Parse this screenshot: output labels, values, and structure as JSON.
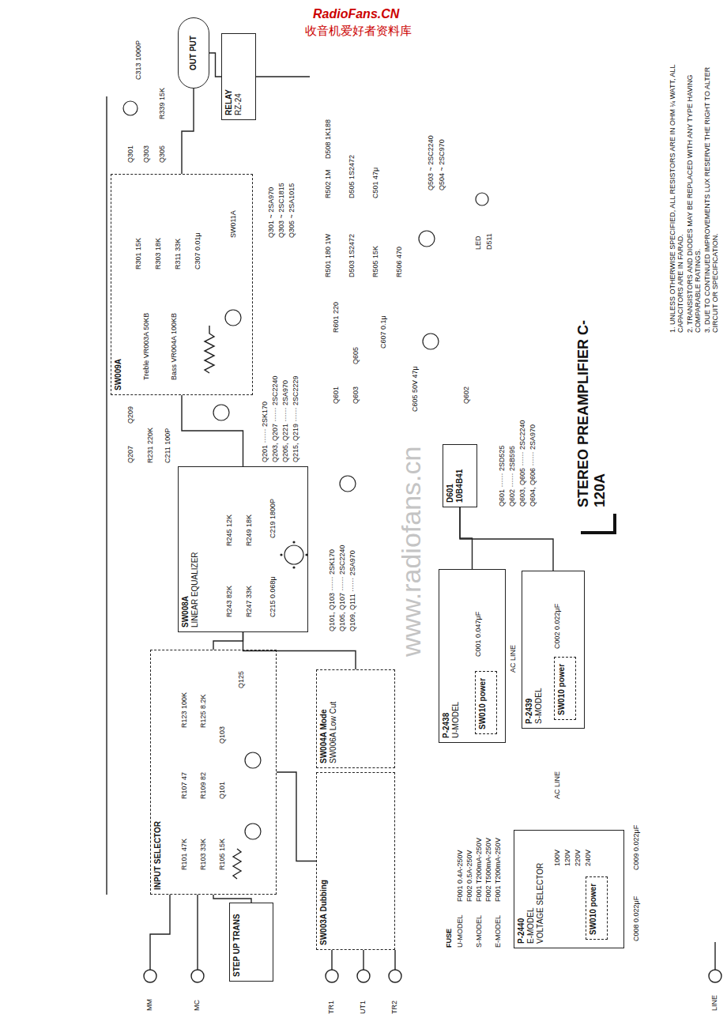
{
  "diagram": {
    "title": "STEREO PREAMPLIFIER C-120A",
    "nodes": [
      {
        "text": [
          "INPUT SELECTOR"
        ]
      },
      {
        "text": [
          "STEP UP TRANS"
        ]
      },
      {
        "text": [
          "SW003A Dubbing"
        ]
      },
      {
        "text": [
          "SW004A Mode",
          "SW006A Low Cut"
        ]
      },
      {
        "text": [
          "SW008A",
          "LINEAR EQUALIZER"
        ]
      },
      {
        "text": [
          "SW009A"
        ]
      },
      {
        "text": [
          "OUT PUT"
        ]
      },
      {
        "text": [
          "RELAY",
          "RZ-24"
        ]
      },
      {
        "text": [
          "D601 10B4B41"
        ]
      },
      {
        "text": [
          "P-2438",
          "U-MODEL"
        ]
      },
      {
        "text": [
          "P-2439",
          "S-MODEL"
        ]
      },
      {
        "text": [
          "P-2440",
          "E-MODEL",
          "VOLTAGE SELECTOR"
        ]
      },
      {
        "text": [
          "SW010 power"
        ],
        "in": 9
      },
      {
        "text": [
          "SW010 power"
        ],
        "in": 10
      },
      {
        "text": [
          "SW010 power"
        ],
        "in": 11
      }
    ],
    "edges": [
      {
        "from": 1,
        "to": 0,
        "arrow": "none"
      },
      {
        "from": 0,
        "to": 4,
        "arrow": "none"
      },
      {
        "from": 2,
        "to": 0,
        "arrow": "none"
      },
      {
        "from": 3,
        "to": 4,
        "arrow": "none"
      },
      {
        "from": 4,
        "to": 5,
        "arrow": "none"
      },
      {
        "from": 5,
        "to": 6,
        "arrow": "none"
      },
      {
        "from": 7,
        "to": 6,
        "arrow": "none"
      },
      {
        "from": 9,
        "to": 8,
        "arrow": "none"
      },
      {
        "from": 10,
        "to": 8,
        "arrow": "none"
      }
    ],
    "labels": [
      "RadioFans.CN",
      "收音机爱好者资料库",
      "www.radiofans.cn",
      "MM",
      "MC",
      "TR1",
      "UT1",
      "TR2",
      "LINE",
      "R101 47K",
      "R103 33K",
      "R105 15K",
      "R107 47",
      "R109 82",
      "Q101",
      "Q103",
      "R123 100K",
      "R125 8.2K",
      "Q125",
      "R243 82K",
      "R245 12K",
      "R247 33K",
      "R249 18K",
      "C215 0.068μ",
      "C219 1800P",
      "Q207",
      "Q209",
      "R231 220K",
      "C211 100P",
      "Q201 ······ 2SK170",
      "Q203, Q207 ······ 2SC2240",
      "Q205, Q221 ······ 2SA970",
      "Q215, Q219 ······ 2SC2229",
      "Treble VR003A 50KB",
      "Bass VR004A 100KB",
      "R301 15K",
      "R303 18K",
      "R311 33K",
      "C307 0.01μ",
      "SW011A",
      "Q301",
      "Q303",
      "Q305",
      "R339 15K",
      "C313 1000P",
      "Q301 ~ 2SA970",
      "Q303 ~ 2SC1815",
      "Q305 ~ 2SA1015",
      "R501 180 1W",
      "R502 1M",
      "D508 1K188",
      "D503 1S2472",
      "D505 1S2472",
      "R505 15K",
      "C501 47μ",
      "R506 470",
      "Q503 ~ 2SC2240",
      "Q504 ~ 2SC970",
      "LED",
      "D511",
      "Q601",
      "Q603",
      "Q605",
      "Q602",
      "R601 220",
      "C607 0.1μ",
      "C605 50V 47μ",
      "Q101, Q103 ······ 2SK170",
      "Q105, Q107 ······ 2SC2240",
      "Q109, Q111 ······ 2SA970",
      "Q601 ······ 2SD525",
      "Q602 ······ 2SB595",
      "Q603, Q605 ······ 2SC2240",
      "Q604, Q606 ······ 2SA970",
      "FUSE",
      "U-MODEL",
      "F001 0.4A-250V",
      "F002 0.5A-250V",
      "S-MODEL",
      "F001 T200mA-250V",
      "F002 T500mA-250V",
      "E-MODEL",
      "F001 T200mA-250V",
      "AC LINE",
      "AC LINE",
      "100V",
      "120V",
      "220V",
      "240V",
      "C008 0.022μF",
      "C009 0.022μF",
      "1. UNLESS OTHERWISE SPECIFIED, ALL RESISTORS ARE IN OHM ¼ WATT, ALL CAPACITORS ARE IN FARAD.",
      "2. TRANSISTORS AND DIODES MAY BE REPLACED WITH ANY TYPE HAVING COMPARABLE RATINGS.",
      "3. DUE TO CONTINUED IMPROVEMENTS LUX RESERVE THE RIGHT TO ALTER CIRCUIT OR SPECIFICATION.",
      "C001 0.047μF",
      "C002 0.022μF"
    ]
  }
}
